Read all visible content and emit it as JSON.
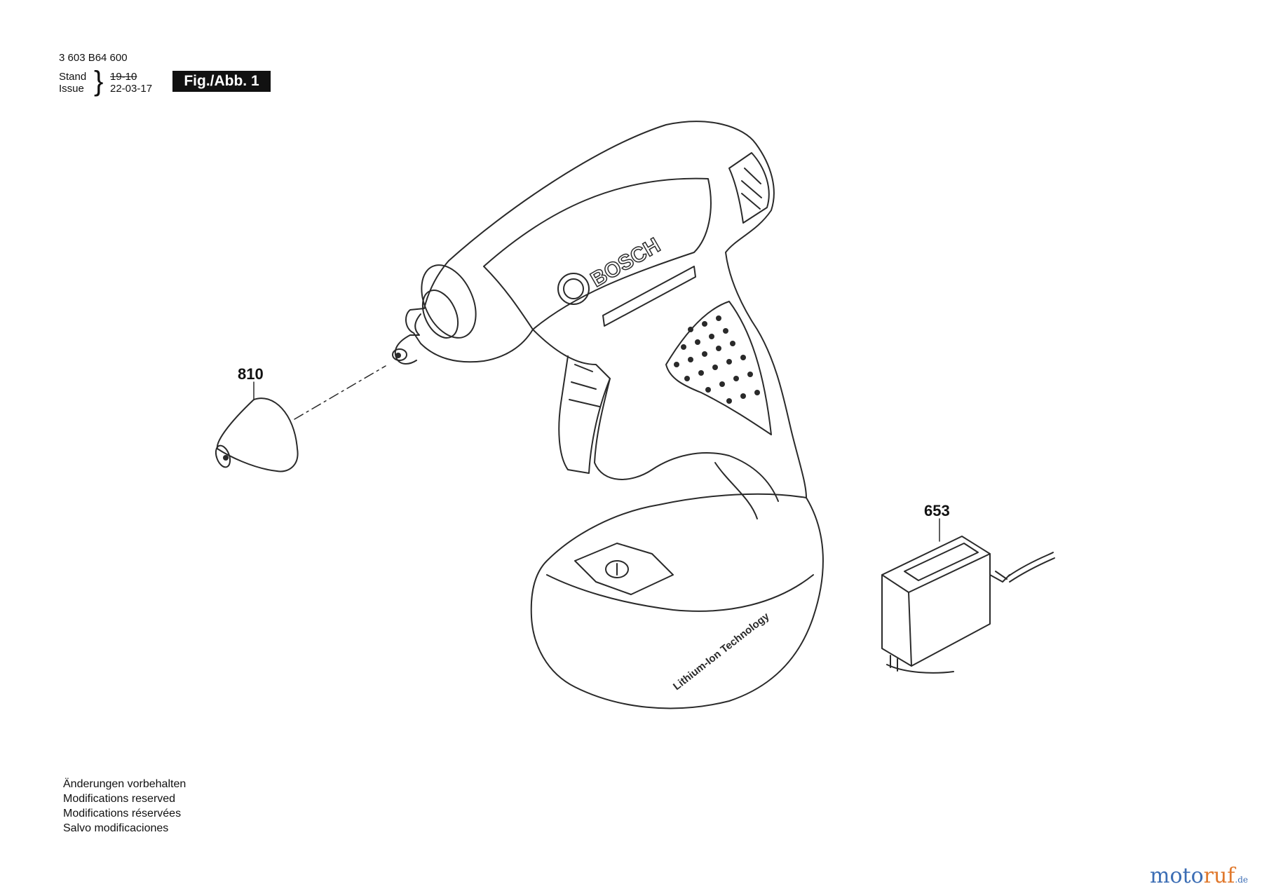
{
  "header": {
    "part_number": "3 603 B64 600",
    "stand_label": "Stand",
    "issue_label": "Issue",
    "brace": "}",
    "date_old": "19-10",
    "date_new": "22-03-17",
    "fig_label": "Fig./Abb. 1"
  },
  "parts": [
    {
      "id": "810",
      "label": "810"
    },
    {
      "id": "653",
      "label": "653"
    }
  ],
  "tool_text": {
    "brand": "BOSCH",
    "battery_text": "Lithium-Ion Technology"
  },
  "notes": [
    "Änderungen vorbehalten",
    "Modifications reserved",
    "Modifications réservées",
    "Salvo modificaciones"
  ],
  "watermark": {
    "part_a": "moto",
    "part_b": "ruf",
    "part_c": ".de"
  },
  "colors": {
    "line": "#2a2a2a",
    "badge": "#111111",
    "watermark_blue": "#3b6db4",
    "watermark_orange": "#e0782c"
  }
}
